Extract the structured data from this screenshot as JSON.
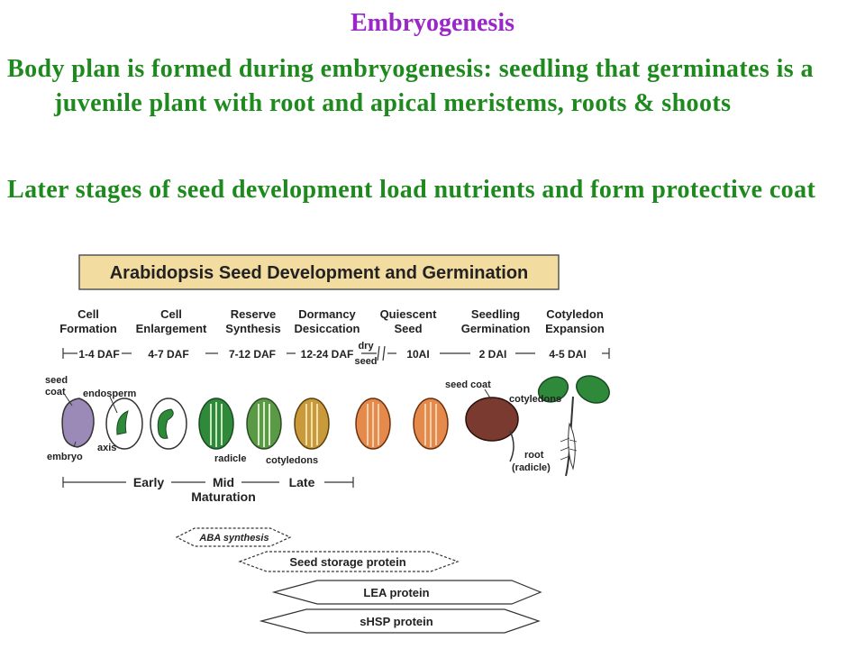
{
  "slide": {
    "title": "Embryogenesis",
    "bullets": [
      "Body plan is formed during embryogenesis: seedling that germinates is a juvenile plant with root and apical meristems, roots & shoots",
      "Later stages of seed development load nutrients and form protective coat"
    ]
  },
  "colors": {
    "title": "#9b27c9",
    "bullet": "#1e8a1e",
    "banner": "#f2dca0",
    "seed_green": "#2e8a3a",
    "seed_orange": "#e58a4a",
    "seed_brown": "#7a3a30",
    "embryo_purple": "#9b89b8"
  },
  "diagram": {
    "banner": "Arabidopsis Seed Development and Germination",
    "stages": [
      {
        "line1": "Cell",
        "line2": "Formation"
      },
      {
        "line1": "Cell",
        "line2": "Enlargement"
      },
      {
        "line1": "Reserve",
        "line2": "Synthesis"
      },
      {
        "line1": "Dormancy",
        "line2": "Desiccation"
      },
      {
        "line1": "Quiescent",
        "line2": "Seed"
      },
      {
        "line1": "Seedling",
        "line2": "Germination"
      },
      {
        "line1": "Cotyledon",
        "line2": "Expansion"
      }
    ],
    "times": [
      "1-4 DAF",
      "4-7 DAF",
      "7-12 DAF",
      "12-24 DAF",
      "10AI",
      "2 DAI",
      "4-5 DAI"
    ],
    "dry_seed": [
      "dry",
      "seed"
    ],
    "labels": {
      "seed_coat": [
        "seed",
        "coat"
      ],
      "endosperm": "endosperm",
      "embryo": "embryo",
      "axis": "axis",
      "radicle": "radicle",
      "cotyledons": "cotyledons",
      "seed_coat_right": "seed coat",
      "cotyledons_right": "cotyledons",
      "root": "root",
      "root_radicle": "(radicle)"
    },
    "phases": {
      "early": "Early",
      "mid": "Mid",
      "late": "Late",
      "maturation": "Maturation"
    },
    "proteins": [
      "ABA synthesis",
      "Seed storage protein",
      "LEA protein",
      "sHSP protein"
    ]
  }
}
